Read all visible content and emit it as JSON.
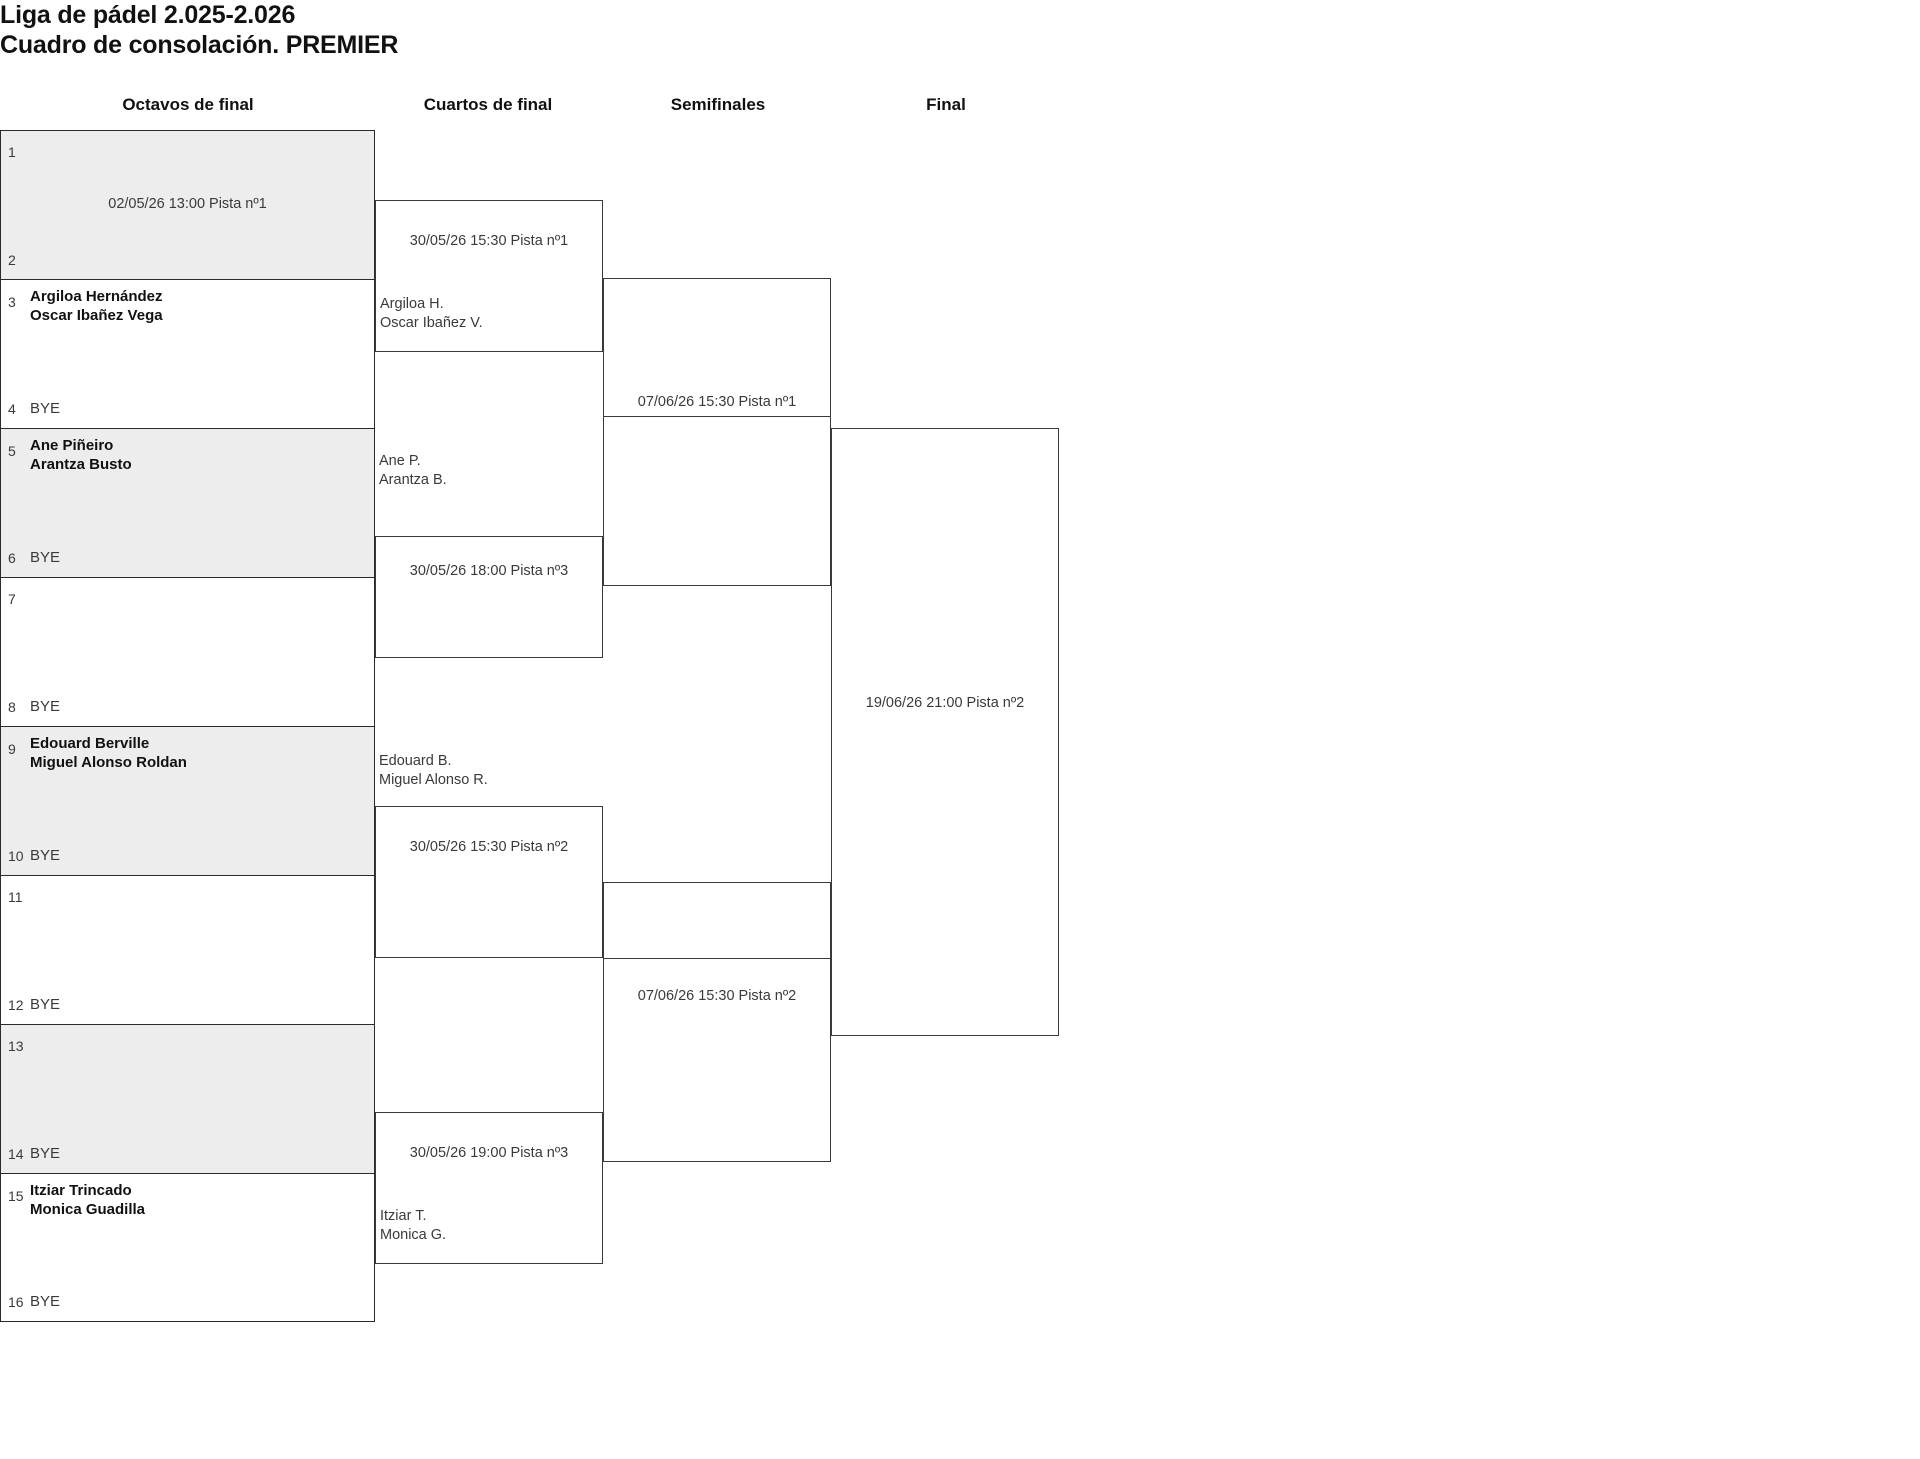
{
  "title": {
    "line1": "Liga de pádel 2.025-2.026",
    "line2": "Cuadro de consolación. PREMIER"
  },
  "round_headers": [
    {
      "label": "Octavos de final"
    },
    {
      "label": "Cuartos de final"
    },
    {
      "label": "Semifinales"
    },
    {
      "label": "Final"
    }
  ],
  "colors": {
    "shaded_band": "#ededed",
    "border": "#3a3a3a",
    "text": "#111111",
    "muted_text": "#3a3a3a"
  },
  "round_of_16": {
    "bands": [
      {
        "shaded": true,
        "match_date": "02/05/26 13:00 Pista nº1",
        "top": {
          "seed": "1",
          "players": [],
          "bye": ""
        },
        "bottom": {
          "seed": "2",
          "players": [],
          "bye": ""
        }
      },
      {
        "shaded": false,
        "match_date": "",
        "top": {
          "seed": "3",
          "players": [
            "Argiloa Hernández",
            "Oscar Ibañez Vega"
          ],
          "bye": ""
        },
        "bottom": {
          "seed": "4",
          "players": [],
          "bye": "BYE"
        }
      },
      {
        "shaded": true,
        "match_date": "",
        "top": {
          "seed": "5",
          "players": [
            "Ane Piñeiro",
            "Arantza Busto"
          ],
          "bye": ""
        },
        "bottom": {
          "seed": "6",
          "players": [],
          "bye": "BYE"
        }
      },
      {
        "shaded": false,
        "match_date": "",
        "top": {
          "seed": "7",
          "players": [],
          "bye": ""
        },
        "bottom": {
          "seed": "8",
          "players": [],
          "bye": "BYE"
        }
      },
      {
        "shaded": true,
        "match_date": "",
        "top": {
          "seed": "9",
          "players": [
            "Edouard Berville",
            "Miguel Alonso Roldan"
          ],
          "bye": ""
        },
        "bottom": {
          "seed": "10",
          "players": [],
          "bye": "BYE"
        }
      },
      {
        "shaded": false,
        "match_date": "",
        "top": {
          "seed": "11",
          "players": [],
          "bye": ""
        },
        "bottom": {
          "seed": "12",
          "players": [],
          "bye": "BYE"
        }
      },
      {
        "shaded": true,
        "match_date": "",
        "top": {
          "seed": "13",
          "players": [],
          "bye": ""
        },
        "bottom": {
          "seed": "14",
          "players": [],
          "bye": "BYE"
        }
      },
      {
        "shaded": false,
        "match_date": "",
        "top": {
          "seed": "15",
          "players": [
            "Itziar Trincado",
            "Monica Guadilla"
          ],
          "bye": ""
        },
        "bottom": {
          "seed": "16",
          "players": [],
          "bye": "BYE"
        }
      }
    ]
  },
  "quarterfinals": [
    {
      "date": "30/05/26 15:30 Pista nº1",
      "winner": [
        "Argiloa H.",
        "Oscar Ibañez V."
      ]
    },
    {
      "date": "30/05/26 18:00 Pista nº3",
      "winner": [
        "Ane P.",
        "Arantza B."
      ]
    },
    {
      "date": "30/05/26 15:30 Pista nº2",
      "winner": [
        "Edouard B.",
        "Miguel Alonso R."
      ]
    },
    {
      "date": "30/05/26 19:00 Pista nº3",
      "winner": [
        "Itziar T.",
        "Monica G."
      ]
    }
  ],
  "semifinals": [
    {
      "date": "07/06/26 15:30 Pista nº1",
      "winner": []
    },
    {
      "date": "07/06/26 15:30 Pista nº2",
      "winner": []
    }
  ],
  "final": [
    {
      "date": "19/06/26 21:00 Pista nº2",
      "winner": []
    }
  ]
}
